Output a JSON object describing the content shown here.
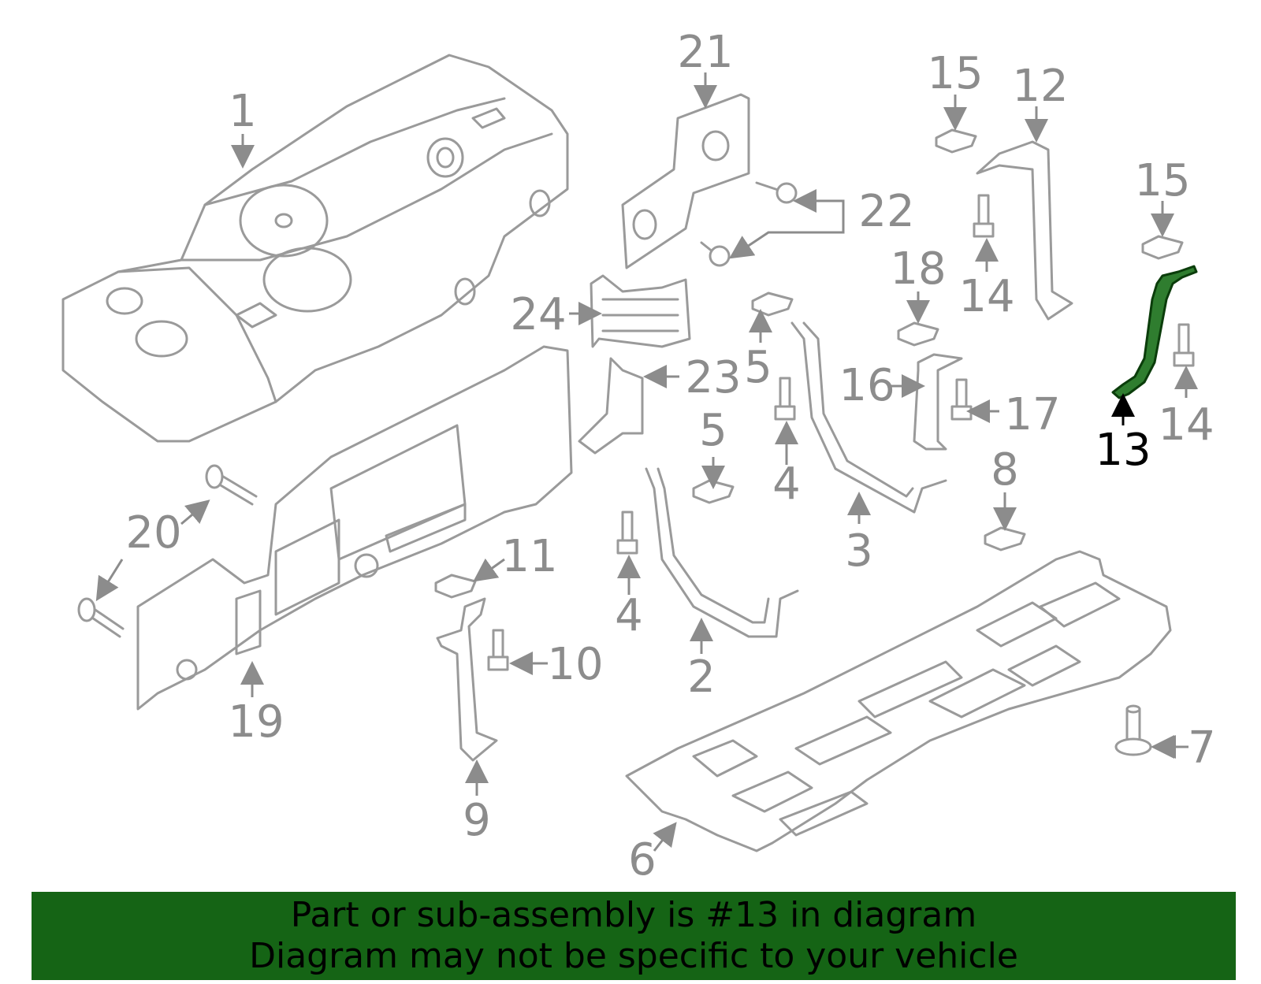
{
  "diagram": {
    "highlight_color": "#2f7d2f",
    "callouts": {
      "c1": "1",
      "c2": "2",
      "c3": "3",
      "c4a": "4",
      "c4b": "4",
      "c5a": "5",
      "c5b": "5",
      "c6": "6",
      "c7": "7",
      "c8": "8",
      "c9": "9",
      "c10": "10",
      "c11": "11",
      "c12": "12",
      "c13": "13",
      "c14a": "14",
      "c14b": "14",
      "c15a": "15",
      "c15b": "15",
      "c16": "16",
      "c17": "17",
      "c18": "18",
      "c19": "19",
      "c20": "20",
      "c21": "21",
      "c22": "22",
      "c23": "23",
      "c24": "24"
    }
  },
  "footer": {
    "line1": "Part or sub-assembly is #13 in diagram",
    "line2": "Diagram may not be specific to your vehicle",
    "background": "#156415"
  }
}
